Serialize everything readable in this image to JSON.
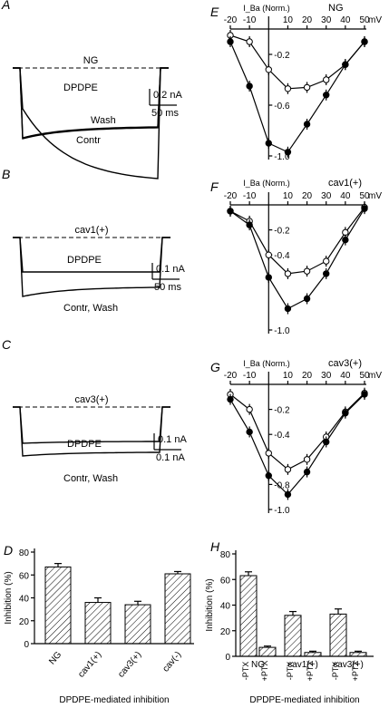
{
  "current_traces": [
    {
      "panel": "A",
      "title": "NG",
      "labels": [
        "DPDPE",
        "Wash",
        "Contr"
      ],
      "scale": [
        "0.2 nA",
        "50 ms"
      ]
    },
    {
      "panel": "B",
      "title": "cav1(+)",
      "labels": [
        "DPDPE",
        "Contr, Wash"
      ],
      "scale": [
        "0.1 nA",
        "50 ms"
      ]
    },
    {
      "panel": "C",
      "title": "cav3(+)",
      "labels": [
        "DPDPE",
        "Contr, Wash"
      ],
      "scale": [
        "0.1 nA",
        "0.1 nA"
      ]
    }
  ],
  "chart_data": [
    {
      "panel": "E",
      "type": "line",
      "title": "NG",
      "ylabel": "I_Ba (Norm.)",
      "xunit": "mV",
      "xticks": [
        -20,
        -10,
        10,
        20,
        30,
        40,
        50
      ],
      "yticks": [
        -0.2,
        -0.6,
        -1.0
      ],
      "xlim": [
        -20,
        50
      ],
      "ylim": [
        -1.0,
        0
      ],
      "x": [
        -20,
        -10,
        0,
        10,
        20,
        30,
        40,
        50
      ],
      "series": [
        {
          "marker": "open",
          "y": [
            -0.05,
            -0.1,
            -0.32,
            -0.47,
            -0.46,
            -0.4,
            -0.28,
            -0.1
          ]
        },
        {
          "marker": "filled",
          "y": [
            -0.1,
            -0.45,
            -0.9,
            -0.97,
            -0.75,
            -0.52,
            -0.28,
            -0.1
          ]
        }
      ]
    },
    {
      "panel": "F",
      "type": "line",
      "title": "cav1(+)",
      "ylabel": "I_Ba (Norm.)",
      "xunit": "mV",
      "xticks": [
        -20,
        -10,
        10,
        20,
        30,
        40,
        50
      ],
      "yticks": [
        -0.2,
        -0.4,
        -1.0
      ],
      "xlim": [
        -20,
        50
      ],
      "ylim": [
        -1.0,
        0
      ],
      "x": [
        -20,
        -10,
        0,
        10,
        20,
        30,
        40,
        50
      ],
      "series": [
        {
          "marker": "open",
          "y": [
            -0.05,
            -0.13,
            -0.4,
            -0.55,
            -0.53,
            -0.45,
            -0.22,
            -0.02
          ]
        },
        {
          "marker": "filled",
          "y": [
            -0.05,
            -0.16,
            -0.58,
            -0.83,
            -0.75,
            -0.55,
            -0.28,
            -0.03
          ]
        }
      ]
    },
    {
      "panel": "G",
      "type": "line",
      "title": "cav3(+)",
      "ylabel": "I_Ba (Norm.)",
      "xunit": "mV",
      "xticks": [
        -20,
        -10,
        10,
        20,
        30,
        40,
        50
      ],
      "yticks": [
        -0.2,
        -0.4,
        -0.8,
        -1.0
      ],
      "xlim": [
        -20,
        50
      ],
      "ylim": [
        -1.0,
        0
      ],
      "x": [
        -20,
        -10,
        0,
        10,
        20,
        30,
        40,
        50
      ],
      "series": [
        {
          "marker": "open",
          "y": [
            -0.08,
            -0.2,
            -0.55,
            -0.68,
            -0.6,
            -0.42,
            -0.22,
            -0.07
          ]
        },
        {
          "marker": "filled",
          "y": [
            -0.12,
            -0.38,
            -0.73,
            -0.88,
            -0.7,
            -0.46,
            -0.23,
            -0.08
          ]
        }
      ]
    },
    {
      "panel": "D",
      "type": "bar",
      "ylabel": "Inhibition (%)",
      "xlabel": "DPDPE-mediated inhibition",
      "yticks": [
        0,
        20,
        40,
        60,
        80
      ],
      "ylim": [
        0,
        80
      ],
      "categories": [
        "NG",
        "cav1(+)",
        "cav3(+)",
        "cav(-)"
      ],
      "values": [
        67,
        36,
        34,
        61
      ],
      "errors": [
        3,
        4,
        3,
        2
      ]
    },
    {
      "panel": "H",
      "type": "bar",
      "ylabel": "Inhibition (%)",
      "xlabel": "DPDPE-mediated inhibition",
      "yticks": [
        0,
        20,
        40,
        60,
        80
      ],
      "ylim": [
        0,
        80
      ],
      "groups": [
        "NG",
        "cav1(+)",
        "cav3(+)"
      ],
      "categories": [
        "-PTX",
        "+PTX",
        "-PTX",
        "+PTX",
        "-PTX",
        "+PTX"
      ],
      "values": [
        63,
        7,
        32,
        3,
        33,
        3
      ],
      "errors": [
        3,
        1,
        3,
        1,
        4,
        1
      ]
    }
  ]
}
